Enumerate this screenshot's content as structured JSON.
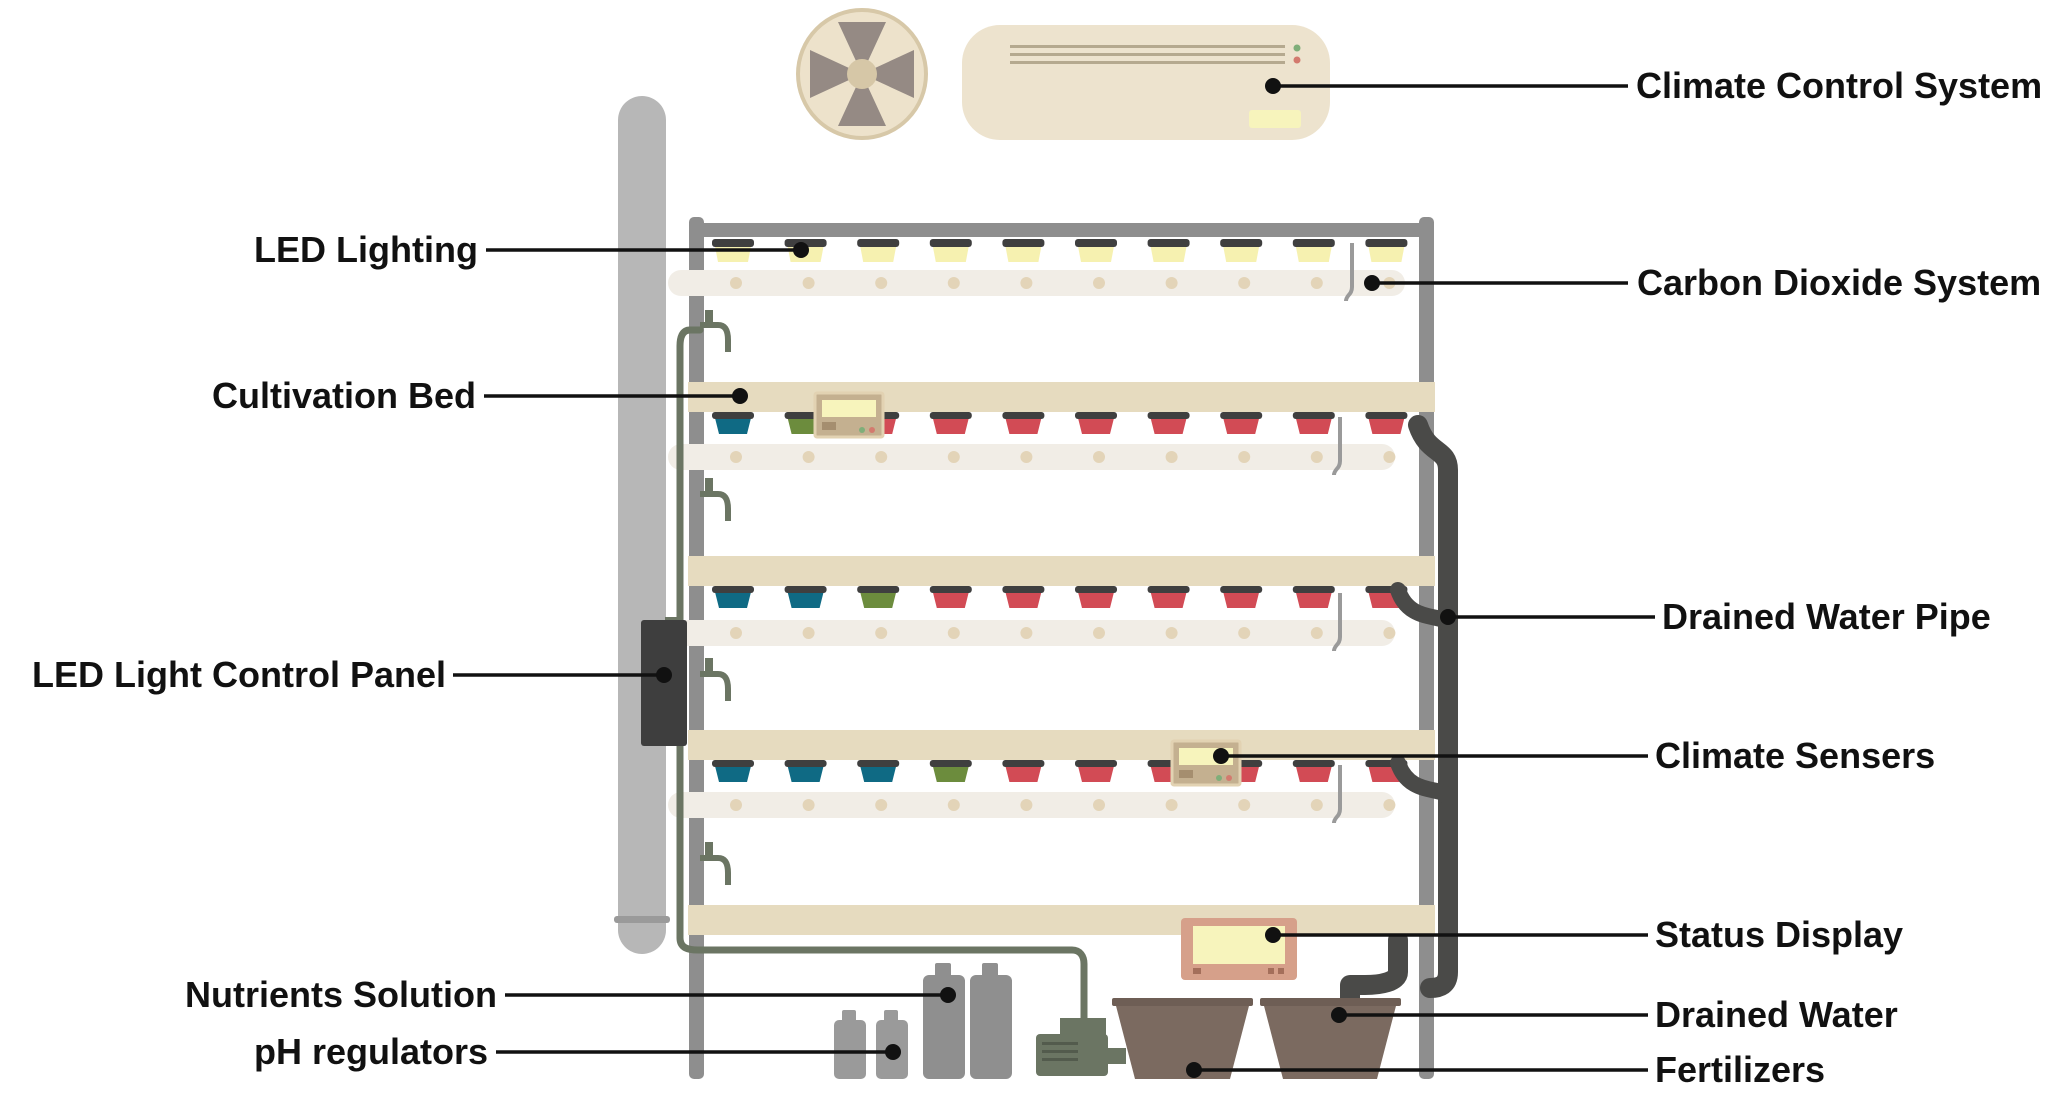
{
  "diagram": {
    "labels": {
      "climate_control_system": "Climate Control System",
      "led_lighting": "LED Lighting",
      "carbon_dioxide_system": "Carbon Dioxide System",
      "cultivation_bed": "Cultivation Bed",
      "drained_water_pipe": "Drained Water Pipe",
      "led_light_control_panel": "LED Light Control Panel",
      "climate_sensers": "Climate Sensers",
      "status_display": "Status Display",
      "nutrients_solution": "Nutrients Solution",
      "drained_water": "Drained Water",
      "ph_regulators": "pH regulators",
      "fertilizers": "Fertilizers"
    },
    "colors": {
      "frame": "#8e8e8e",
      "tank": "#b7b7b7",
      "shelf": "#e6dbbf",
      "tube": "#f1ede6",
      "tube_dot": "#e3d4b8",
      "pot_red": "#d24b55",
      "pot_teal": "#0f6a84",
      "pot_green": "#6c8c3d",
      "led_yellow": "#f6f1b0",
      "drain_pipe": "#4a4a48",
      "supply_pipe": "#6b7563",
      "ac_unit": "#ede3ce",
      "basin": "#7b6a60",
      "status_display": "#d6a08a",
      "sensor_box": "#c4b090",
      "screen": "#f7f4bc"
    },
    "icons": [
      "fan-icon",
      "air-conditioner-icon",
      "water-tap-icon",
      "water-pump-icon",
      "bottle-icon"
    ]
  }
}
